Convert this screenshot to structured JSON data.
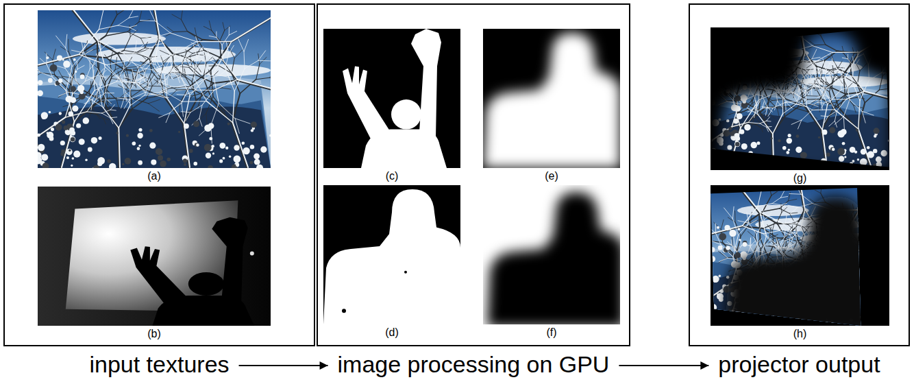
{
  "diagram": {
    "nodes": [
      {
        "text": [
          "input textures"
        ]
      },
      {
        "text": [
          "(a)"
        ],
        "in": 0
      },
      {
        "text": [
          "(b)"
        ],
        "in": 0
      },
      {
        "text": [
          "image processing on GPU"
        ]
      },
      {
        "text": [
          "(c)"
        ],
        "in": 3
      },
      {
        "text": [
          "(e)"
        ],
        "in": 3
      },
      {
        "text": [
          "(d)"
        ],
        "in": 3
      },
      {
        "text": [
          "(f)"
        ],
        "in": 3
      },
      {
        "text": [
          "projector output"
        ]
      },
      {
        "text": [
          "(g)"
        ],
        "in": 8
      },
      {
        "text": [
          "(h)"
        ],
        "in": 8
      }
    ],
    "edges": [
      {
        "from": 0,
        "to": 3,
        "arrow": "to"
      },
      {
        "from": 3,
        "to": 8,
        "arrow": "to"
      }
    ]
  }
}
